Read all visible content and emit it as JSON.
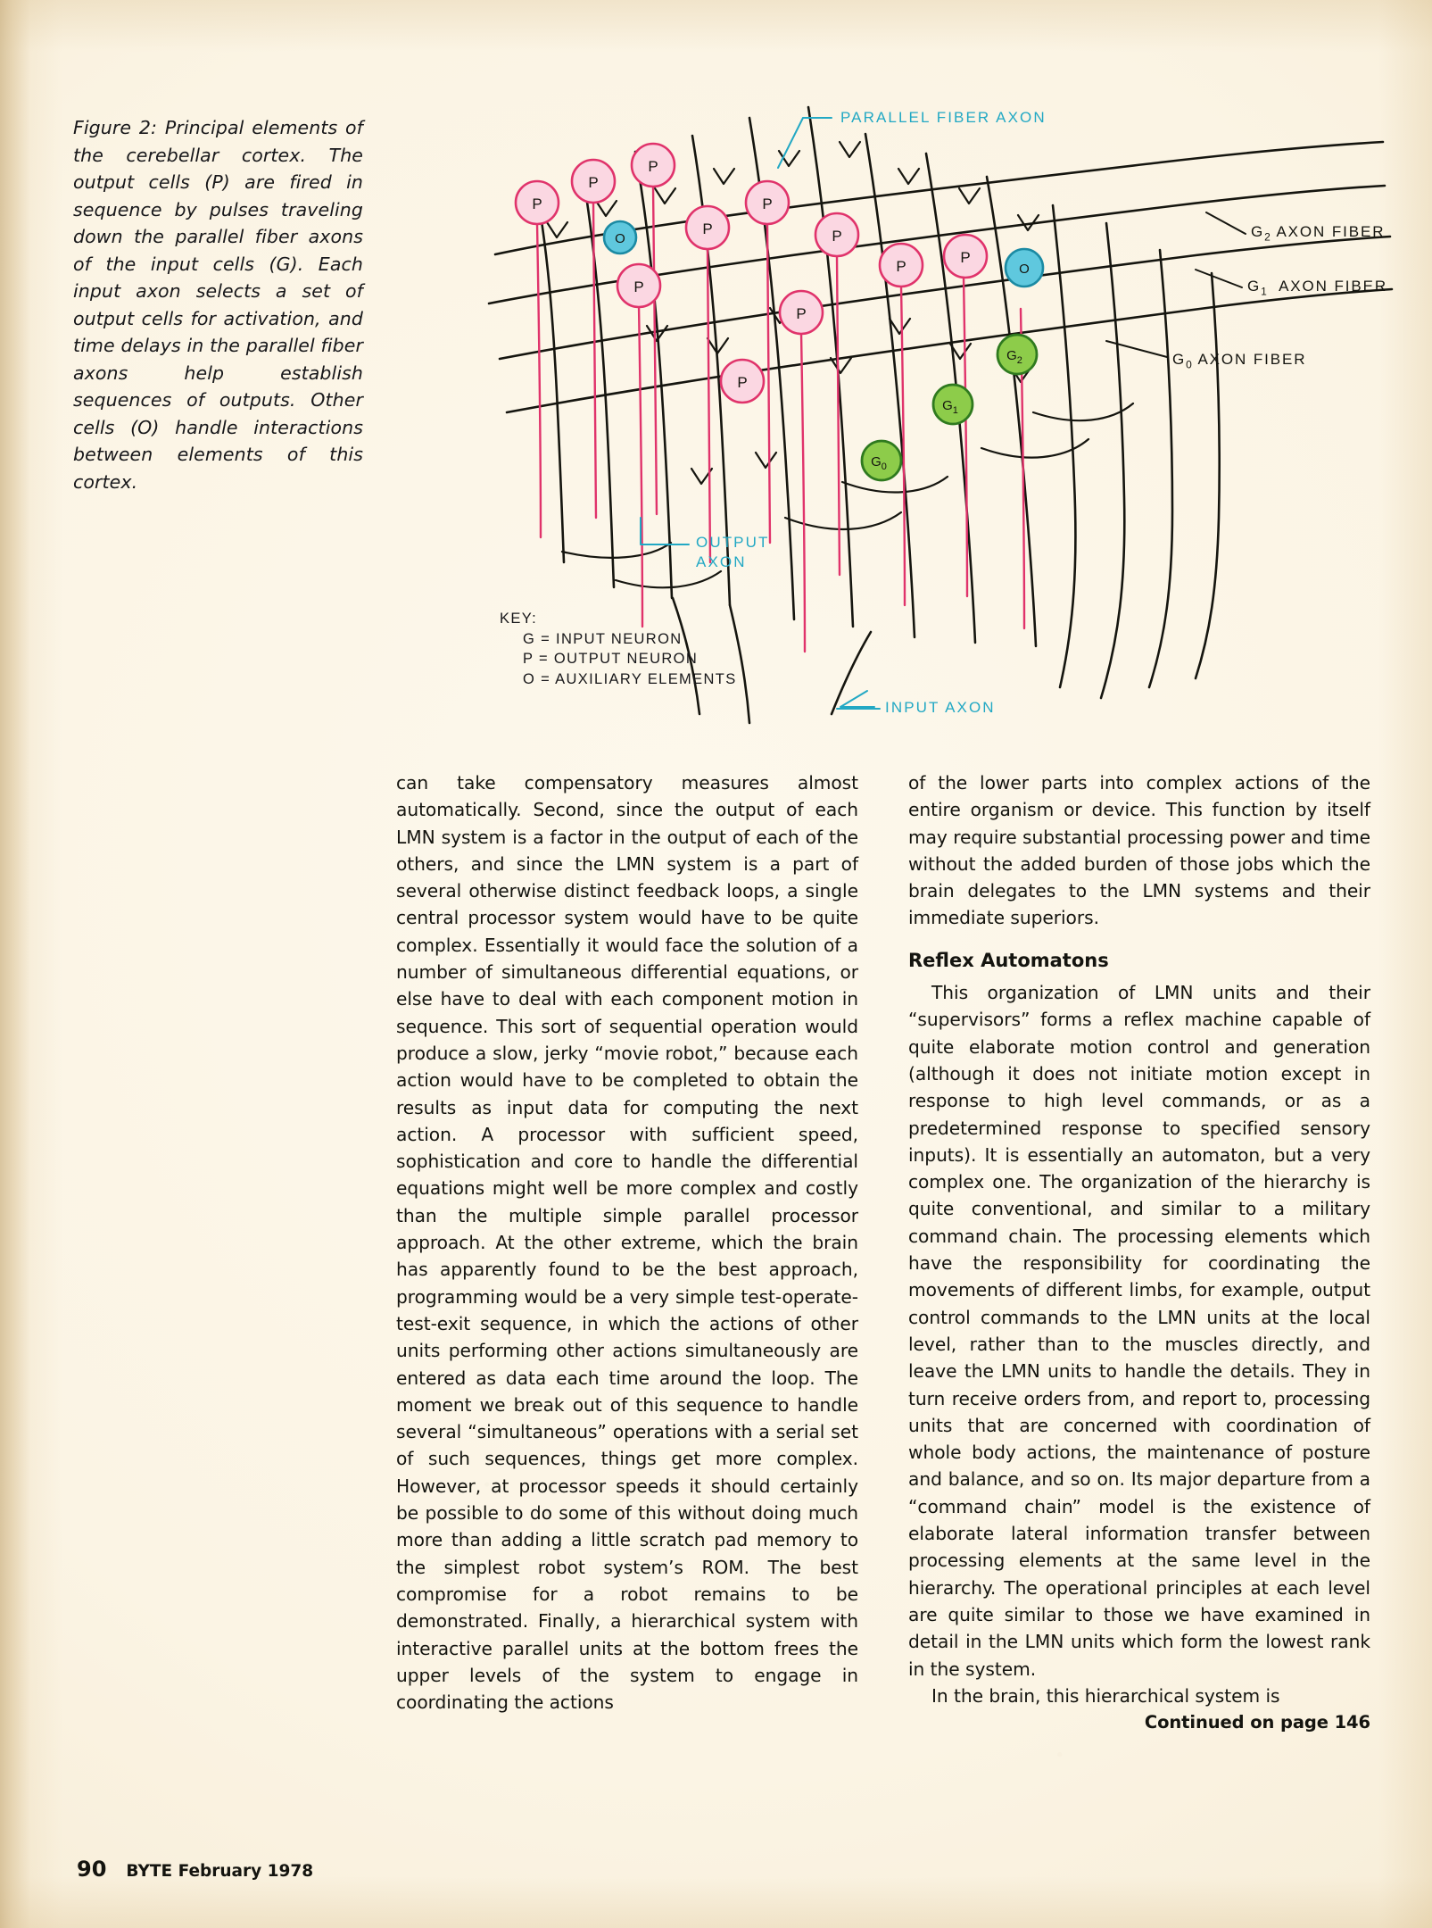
{
  "figure": {
    "caption": "Figure 2: Principal elements of the cerebellar cortex. The output cells (P) are fired in sequence by pulses traveling down the parallel fiber axons of the input cells (G). Each input axon selects a set of output cells for activation, and time delays in the parallel fiber axons help establish sequences of outputs. Other cells (O) handle interactions between elements of this cortex.",
    "labels": {
      "parallel_fiber_axon": "PARALLEL FIBER AXON",
      "output_axon_line1": "OUTPUT",
      "output_axon_line2": "AXON",
      "input_axon": "INPUT AXON",
      "g2_axon_fiber_prefix": "G",
      "g2_axon_fiber_sub": "2",
      "g2_axon_fiber_text": "AXON FIBER",
      "g1_axon_fiber_prefix": "G",
      "g1_axon_fiber_sub": "1",
      "g1_axon_fiber_text": "AXON FIBER",
      "g0_axon_fiber_prefix": "G",
      "g0_axon_fiber_sub": "0",
      "g0_axon_fiber_text": "AXON FIBER"
    },
    "key": {
      "title": "KEY:",
      "rows": [
        "G = INPUT  NEURON",
        "P = OUTPUT  NEURON",
        "O = AUXILIARY  ELEMENTS"
      ]
    },
    "cells": {
      "output_label": "P",
      "auxiliary_label": "O",
      "input_label": "G",
      "input_nodes": [
        "G0",
        "G1",
        "G2"
      ]
    },
    "colors": {
      "output_cell_fill": "#fbd7e2",
      "output_cell_stroke": "#e0336b",
      "auxiliary_cell_fill": "#5fc8de",
      "auxiliary_cell_stroke": "#1b8aa3",
      "input_cell_fill": "#8dcc4a",
      "input_cell_stroke": "#2f7a1f",
      "label_cyan": "#22a8c4",
      "dendrite_black": "#15150f",
      "axon_pink": "#e0336b",
      "paper": "#fdf6e3"
    }
  },
  "body": {
    "left_column": [
      "can take compensatory measures almost automatically. Second, since the output of each LMN system is a factor in the output of each of the others, and since the LMN system is a part of several otherwise distinct feedback loops, a single central processor system would have to be quite complex. Essentially it would face the solution of a number of simultaneous differential equations, or else have to deal with each component motion in sequence. This sort of sequential operation would produce a slow, jerky “movie robot,” because each action would have to be completed to obtain the results as input data for computing the next action. A processor with sufficient speed, sophistication and core to handle the differential equations might well be more complex and costly than the multiple simple parallel processor approach. At the other extreme, which the brain has apparently found to be the best approach, programming would be a very simple test-operate-test-exit sequence, in which the actions of other units performing other actions simultaneously are entered as data each time around the loop. The moment we break out of this sequence to handle several “simultaneous” operations with a serial set of such sequences, things get more complex. However, at processor speeds it should certainly be possible to do some of this without doing much more than adding a little scratch pad memory to the simplest robot system’s ROM. The best compromise for a robot remains to be demonstrated. Finally, a hierarchical system with interactive parallel units at the bottom frees the upper levels of the system to engage in coordinating the actions"
    ],
    "right_column": {
      "lead_paragraph": "of the lower parts into complex actions of the entire organism or device. This function by itself may require substantial processing power and time without the added burden of those jobs which the brain delegates to the LMN systems and their immediate superiors.",
      "heading": "Reflex Automatons",
      "paragraphs": [
        "This organization of LMN units and their “supervisors” forms a reflex machine capable of quite elaborate motion control and generation (although it does not initiate motion except in response to high level commands, or as a predetermined response to specified sensory inputs). It is essentially an automaton, but a very complex one. The organization of the hierarchy is quite conventional, and similar to a military command chain. The processing elements which have the responsibility for coordinating the movements of different limbs, for example, output control commands to the LMN units at the local level, rather than to the muscles directly, and leave the LMN units to handle the details. They in turn receive orders from, and report to, processing units that are concerned with coordination of whole body actions, the maintenance of posture and balance, and so on. Its major departure from a “command chain” model is the existence of elaborate lateral information transfer between processing elements at the same level in the hierarchy. The operational principles at each level are quite similar to those we have examined in detail in the LMN units which form the lowest rank in the system.",
        "In the brain, this hierarchical system is"
      ],
      "continued": "Continued on page 146"
    }
  },
  "footer": {
    "page_number": "90",
    "issue": "BYTE February 1978"
  }
}
